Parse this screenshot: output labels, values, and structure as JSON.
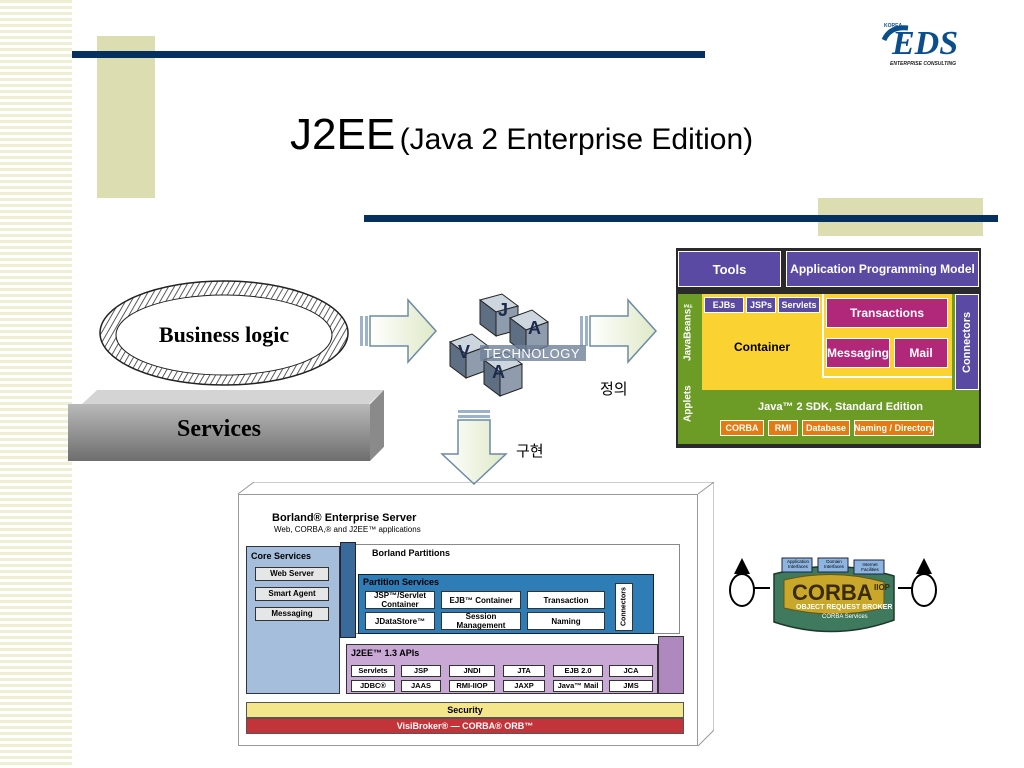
{
  "slide": {
    "title_main": "J2EE",
    "title_sub": "(Java 2 Enterprise Edition)"
  },
  "logo": {
    "text": "EDS",
    "tagline": "ENTERPRISE CONSULTING",
    "arc_text": "KOREA"
  },
  "left_diagram": {
    "ring_label": "Business logic",
    "services_label": "Services"
  },
  "center": {
    "cube_letters": [
      "J",
      "A",
      "V",
      "A"
    ],
    "technology_label": "TECHNOLOGY",
    "label_define": "정의",
    "label_implement": "구현"
  },
  "j2ee_arch": {
    "tools": "Tools",
    "apm": "Application Programming Model",
    "applets": "Applets",
    "javabeans": "JavaBeans™",
    "ejbs": "EJBs",
    "jsps": "JSPs",
    "servlets": "Servlets",
    "container": "Container",
    "transactions": "Transactions",
    "messaging": "Messaging",
    "mail": "Mail",
    "connectors": "Connectors",
    "sdk": "Java™ 2 SDK, Standard Edition",
    "corba": "CORBA",
    "rmi": "RMI",
    "database": "Database",
    "naming": "Naming / Directory"
  },
  "borland": {
    "title": "Borland® Enterprise Server",
    "subtitle": "Web, CORBA,® and J2EE™ applications",
    "core_title": "Core Services",
    "core_items": [
      "Web Server",
      "Smart Agent",
      "Messaging"
    ],
    "partitions": "Borland Partitions",
    "partition_services": "Partition Services",
    "ps_items": {
      "jsp": "JSP™/Servlet Container",
      "ejb": "EJB™ Container",
      "transaction": "Transaction",
      "jdatastore": "JDataStore™",
      "session": "Session Management",
      "naming": "Naming"
    },
    "connectors": "Connectors",
    "apis_title": "J2EE™ 1.3 APIs",
    "apis_row1": [
      "Servlets",
      "JSP",
      "JNDI",
      "JTA",
      "EJB 2.0",
      "JCA"
    ],
    "apis_row2": [
      "JDBC®",
      "JAAS",
      "RMI-IIOP",
      "JAXP",
      "Java™ Mail",
      "JMS"
    ],
    "security": "Security",
    "visibroker": "VisiBroker® — CORBA® ORB™"
  },
  "corba_graphic": {
    "label": "CORBA",
    "iiop": "IIOP",
    "orb": "OBJECT REQUEST BROKER",
    "services": "CORBA Services",
    "tags": [
      "Application Interfaces",
      "Domain Interfaces",
      "Internet Facilities"
    ]
  }
}
